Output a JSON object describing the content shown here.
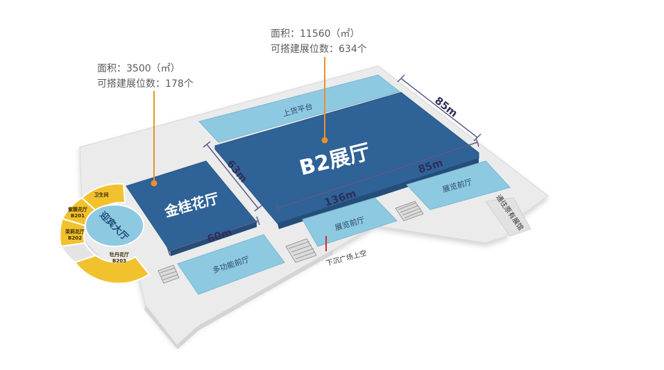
{
  "annotations": {
    "jingui": {
      "area": "面积：3500（㎡）",
      "booths": "可搭建展位数：178个"
    },
    "b2": {
      "area": "面积：11560（㎡）",
      "booths": "可搭建展位数：634个"
    }
  },
  "halls": {
    "b2": "B2展厅",
    "jingui": "金桂花厅",
    "yingbin": "迎宾大厅"
  },
  "rooms": {
    "loading_platform": "上货平台",
    "foyer_center": "展览前厅",
    "foyer_right": "展览前厅",
    "multi_foyer": "多功能前厅"
  },
  "labels": {
    "sunken_plaza": "下沉广场上空",
    "to_museum": "通往原有展馆"
  },
  "ring_rooms": {
    "restroom": "卫生间",
    "ziwei": {
      "name": "紫薇花厅",
      "code": "B201"
    },
    "moli": {
      "name": "茉莉花厅",
      "code": "B202"
    },
    "mudan": {
      "name": "牡丹花厅",
      "code": "B203"
    }
  },
  "dimensions": {
    "b2_side": "85m",
    "b2_bottom": "136m",
    "b2_right": "85m",
    "jingui_side": "63m",
    "jingui_bottom": "60m"
  },
  "colors": {
    "hall_blue": "#2f6296",
    "light_blue": "#8ec9e2",
    "ring_yellow": "#f2c12e",
    "leader_orange": "#e8922a",
    "marker_red": "#d9262c"
  }
}
